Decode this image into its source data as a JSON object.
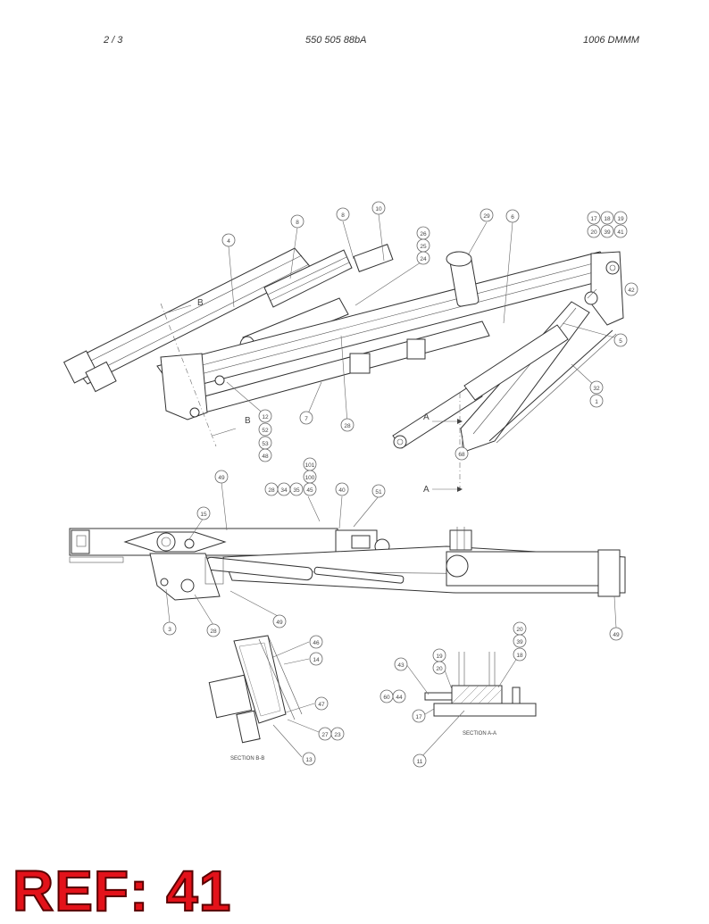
{
  "header": {
    "page": "2 /   3",
    "code": "550 505 88bA",
    "date": "1006 DMMM"
  },
  "section_marks": {
    "a": "A",
    "b": "B"
  },
  "section_titles": {
    "aa": "SECTION A-A",
    "bb": "SECTION B-B"
  },
  "balloons": {
    "top": [
      "4",
      "8",
      "8",
      "10",
      "26",
      "25",
      "24",
      "29",
      "6",
      "17",
      "18",
      "19",
      "20",
      "39",
      "41",
      "42",
      "5",
      "32",
      "1",
      "12",
      "52",
      "53",
      "48",
      "7",
      "28",
      "68"
    ],
    "middle": [
      "101",
      "100",
      "28",
      "34",
      "35",
      "45",
      "40",
      "51",
      "49",
      "15",
      "3",
      "28",
      "49",
      "49"
    ],
    "section_bb": [
      "46",
      "14",
      "47",
      "27",
      "23",
      "13"
    ],
    "section_aa": [
      "20",
      "39",
      "18",
      "19",
      "20",
      "43",
      "60",
      "44",
      "17",
      "11"
    ]
  },
  "ref_stamp": "REF: 41"
}
